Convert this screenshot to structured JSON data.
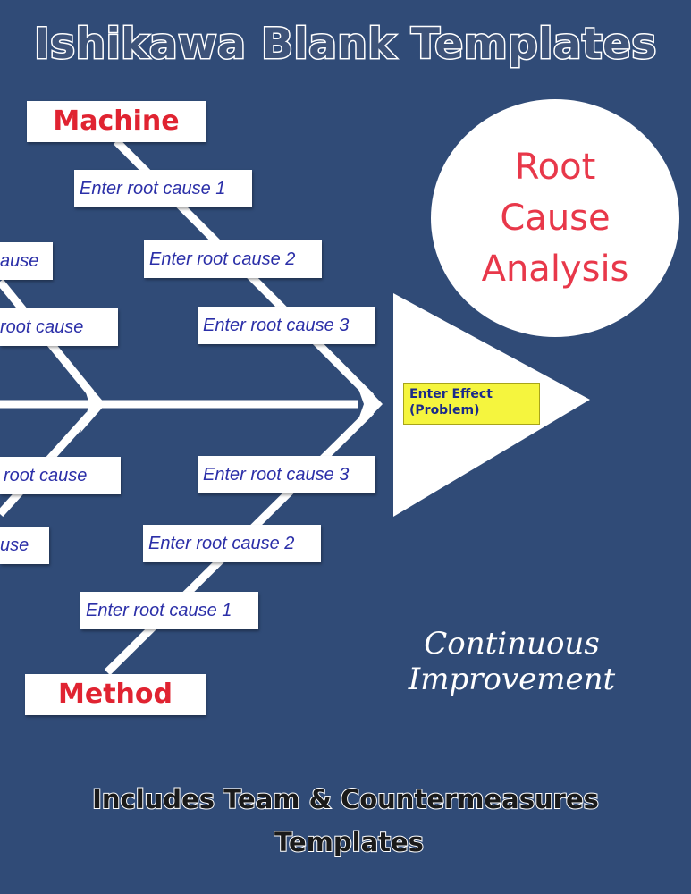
{
  "title": "Ishikawa Blank Templates",
  "colors": {
    "background": "#304b77",
    "category_text": "#e02331",
    "cause_text": "#2b2fa8",
    "effect_fill": "#f5f53e",
    "circle_text": "#e8384a"
  },
  "categories": {
    "top": "Machine",
    "bottom": "Method"
  },
  "causes": {
    "top_right": [
      "Enter root cause 1",
      "Enter root cause 2",
      "Enter root cause 3"
    ],
    "top_left": [
      "ause",
      "root cause"
    ],
    "bottom_left": [
      "root cause",
      "use"
    ],
    "bottom_right": [
      "Enter root cause 3",
      "Enter root cause 2",
      "Enter root cause 1"
    ]
  },
  "effect": {
    "line1": "Enter Effect",
    "line2": "(Problem)"
  },
  "badge": {
    "line1": "Root",
    "line2": "Cause",
    "line3": "Analysis"
  },
  "tagline": "Continuous Improvement",
  "footer": {
    "line1": "Includes Team & Countermeasures",
    "line2": "Templates"
  }
}
